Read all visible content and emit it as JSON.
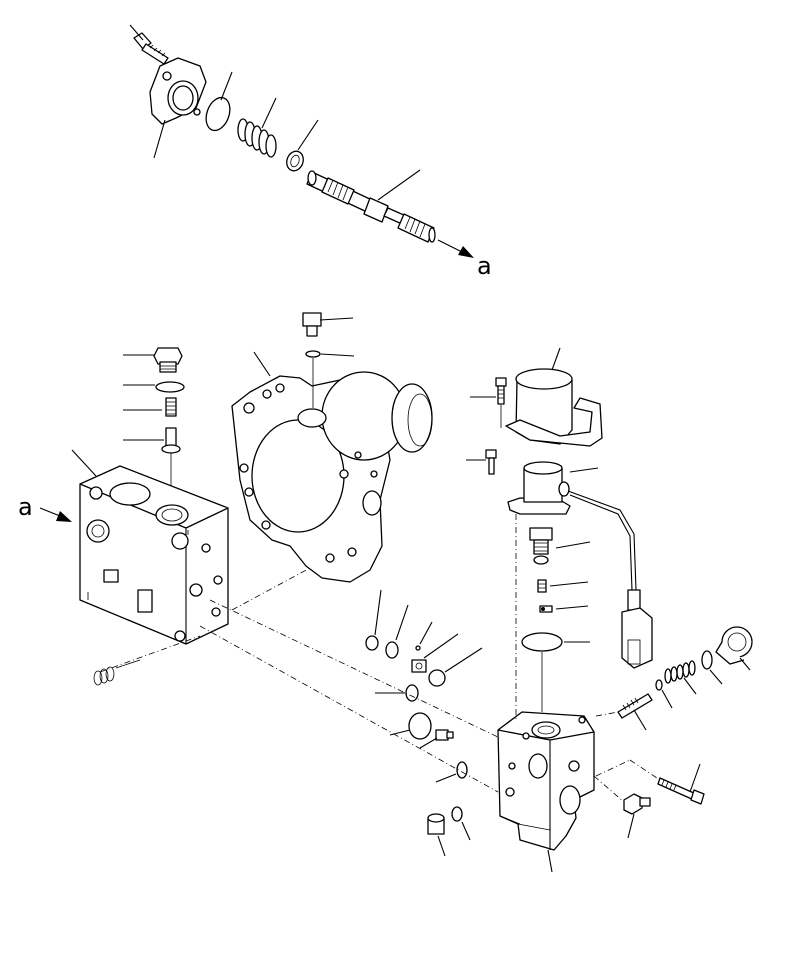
{
  "diagram": {
    "ref_labels": [
      "a",
      "a"
    ],
    "item_count": 35,
    "colors": {
      "line": "#000000",
      "background": "#ffffff"
    }
  }
}
